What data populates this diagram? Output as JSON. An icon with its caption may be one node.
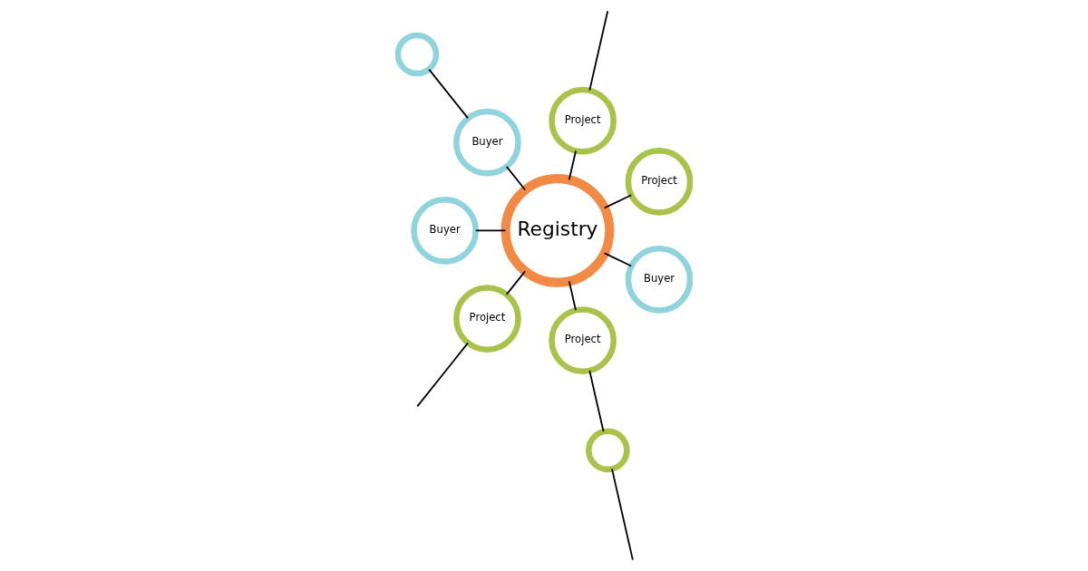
{
  "diagram": {
    "nodes": [
      {
        "text": [
          "Registry"
        ]
      },
      {
        "text": [
          "Project"
        ]
      },
      {
        "text": [
          "Project"
        ]
      },
      {
        "text": [
          "Buyer"
        ]
      },
      {
        "text": [],
        "shape": "circle"
      },
      {
        "text": [
          "Buyer"
        ]
      },
      {
        "text": [
          "Project"
        ]
      },
      {
        "text": [
          "Project"
        ]
      },
      {
        "text": [],
        "shape": "circle"
      },
      {
        "text": [
          "Buyer"
        ]
      }
    ],
    "edges": [
      {
        "from": 0,
        "to": 1,
        "arrow": "none"
      },
      {
        "from": 0,
        "to": 2,
        "arrow": "none"
      },
      {
        "from": 0,
        "to": 3,
        "arrow": "none"
      },
      {
        "from": 0,
        "to": 5,
        "arrow": "none"
      },
      {
        "from": 0,
        "to": 6,
        "arrow": "none"
      },
      {
        "from": 0,
        "to": 7,
        "arrow": "none"
      },
      {
        "from": 0,
        "to": 9,
        "arrow": "none"
      },
      {
        "from": 3,
        "to": 4,
        "arrow": "none"
      },
      {
        "from": 7,
        "to": 8,
        "arrow": "none"
      },
      {
        "from": null,
        "to": 2,
        "arrow": "none"
      },
      {
        "from": 6,
        "to": null,
        "arrow": "none"
      },
      {
        "from": 8,
        "to": null,
        "arrow": "none"
      }
    ]
  }
}
